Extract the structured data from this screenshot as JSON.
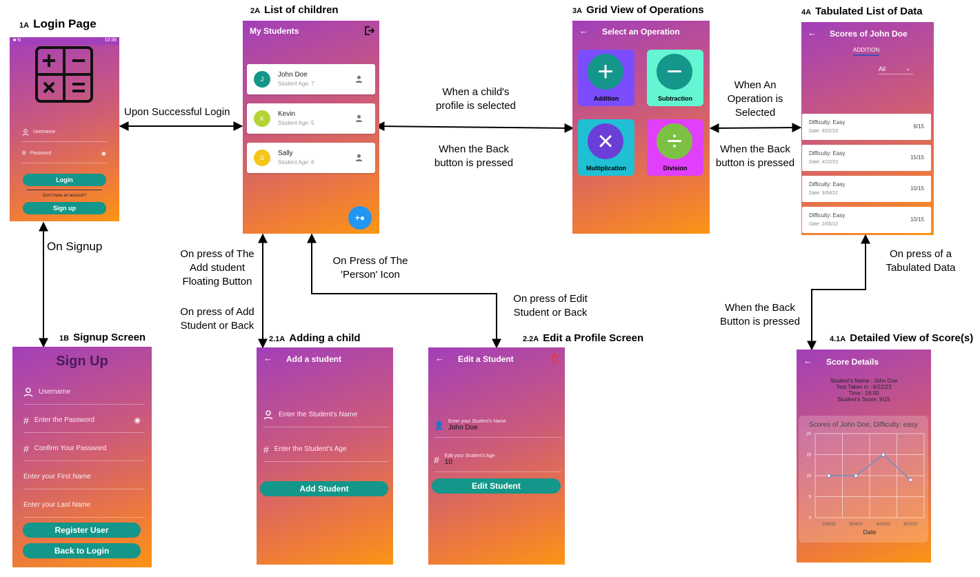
{
  "titles": {
    "login": {
      "num": "1A",
      "name": "Login Page"
    },
    "signup": {
      "num": "1B",
      "name": "Signup Screen"
    },
    "children": {
      "num": "2A",
      "name": "List of children"
    },
    "add_child": {
      "num": "2.1A",
      "name": "Adding a child"
    },
    "edit_profile": {
      "num": "2.2A",
      "name": "Edit a Profile Screen"
    },
    "grid": {
      "num": "3A",
      "name": "Grid View of Operations"
    },
    "tabulated": {
      "num": "4A",
      "name": "Tabulated List of Data"
    },
    "detail": {
      "num": "4.1A",
      "name": "Detailed View of Score(s)"
    }
  },
  "labels": {
    "upon_login": "Upon Successful Login",
    "on_signup": "On Signup",
    "child_selected_1": "When a child's",
    "child_selected_2": "profile is selected",
    "back_pressed_a1": "When the Back",
    "back_pressed_a2": "button is pressed",
    "op_selected_1": "When An",
    "op_selected_2": "Operation is",
    "op_selected_3": "Selected",
    "back_pressed_b1": "When the Back",
    "back_pressed_b2": "button is pressed",
    "fab_1": "On press of The",
    "fab_2": "Add student",
    "fab_3": "Floating Button",
    "add_back_1": "On press of Add",
    "add_back_2": "Student or Back",
    "person_1": "On Press of The",
    "person_2": "'Person' Icon",
    "edit_back_1": "On press of Edit",
    "edit_back_2": "Student or Back",
    "tab_press_1": "On press of a",
    "tab_press_2": "Tabulated Data",
    "back_c1": "When the Back",
    "back_c2": "Button is pressed"
  },
  "login": {
    "status_time": "10:38",
    "username": "Username",
    "password": "Password",
    "login_btn": "Login",
    "no_account": "Don't have an account?",
    "signup_btn": "Sign up"
  },
  "signup": {
    "title": "Sign Up",
    "username": "Username",
    "password": "Enter the Password",
    "confirm": "Confirm Your Password",
    "first": "Enter your First Name",
    "last": "Enter your Last Name",
    "register": "Register User",
    "back": "Back to Login"
  },
  "children": {
    "header": "My Students",
    "students": [
      {
        "initial": "J",
        "name": "John Doe",
        "age": "Student Age: 7",
        "color": "#14968a"
      },
      {
        "initial": "K",
        "name": "Kevin",
        "age": "Student Age: 5",
        "color": "#b5d334"
      },
      {
        "initial": "S",
        "name": "Sally",
        "age": "Student Age: 6",
        "color": "#f5c518"
      }
    ]
  },
  "add_child": {
    "header": "Add a student",
    "name_ph": "Enter the Student's Name",
    "age_ph": "Enter the Student's Age",
    "btn": "Add Student"
  },
  "edit_profile": {
    "header": "Edit a Student",
    "name_label": "Enter your Student's Name",
    "name_value": "John Doe",
    "age_label": "Edit your Student's Age",
    "age_value": "10",
    "btn": "Edit Student"
  },
  "grid": {
    "header": "Select an Operation",
    "tiles": [
      {
        "label": "Addition",
        "bg": "#7b4dff",
        "circle": "#14968a",
        "icon": "+"
      },
      {
        "label": "Subtraction",
        "bg": "#64f5d2",
        "circle": "#14968a",
        "icon": "−"
      },
      {
        "label": "Multiplication",
        "bg": "#1fc0d4",
        "circle": "#6a3fd8",
        "icon": "×"
      },
      {
        "label": "Division",
        "bg": "#e040fb",
        "circle": "#7cc144",
        "icon": "÷"
      }
    ]
  },
  "tabulated": {
    "header": "Scores of John Doe",
    "tab": "ADDITION",
    "filter": "All",
    "rows": [
      {
        "difficulty": "Difficulty: Easy",
        "date": "Date: 6/22/23",
        "score": "9/15"
      },
      {
        "difficulty": "Difficulty: Easy",
        "date": "Date: 4/22/23",
        "score": "15/15"
      },
      {
        "difficulty": "Difficulty: Easy",
        "date": "Date: 3/04/22",
        "score": "10/15"
      },
      {
        "difficulty": "Difficulty: Easy",
        "date": "Date: 2/05/22",
        "score": "10/15"
      }
    ]
  },
  "detail": {
    "header": "Score Details",
    "info_name": "Student's Name : John Doe",
    "info_taken": "Test Taken in : 6/22/23",
    "info_time": "Time : 16:00",
    "info_score": "Student's Score: 9/15"
  },
  "chart_data": {
    "type": "line",
    "title": "Scores of John Doe, Difficulty: easy",
    "xlabel": "Date",
    "ylabel": "",
    "categories": [
      "2/05/22",
      "3/04/22",
      "4/22/23",
      "6/22/23"
    ],
    "values": [
      10,
      10,
      15,
      9
    ],
    "ylim": [
      0,
      20
    ],
    "yticks": [
      0,
      5,
      10,
      15,
      20
    ],
    "grid": true,
    "line_color": "#6c8ec9"
  }
}
